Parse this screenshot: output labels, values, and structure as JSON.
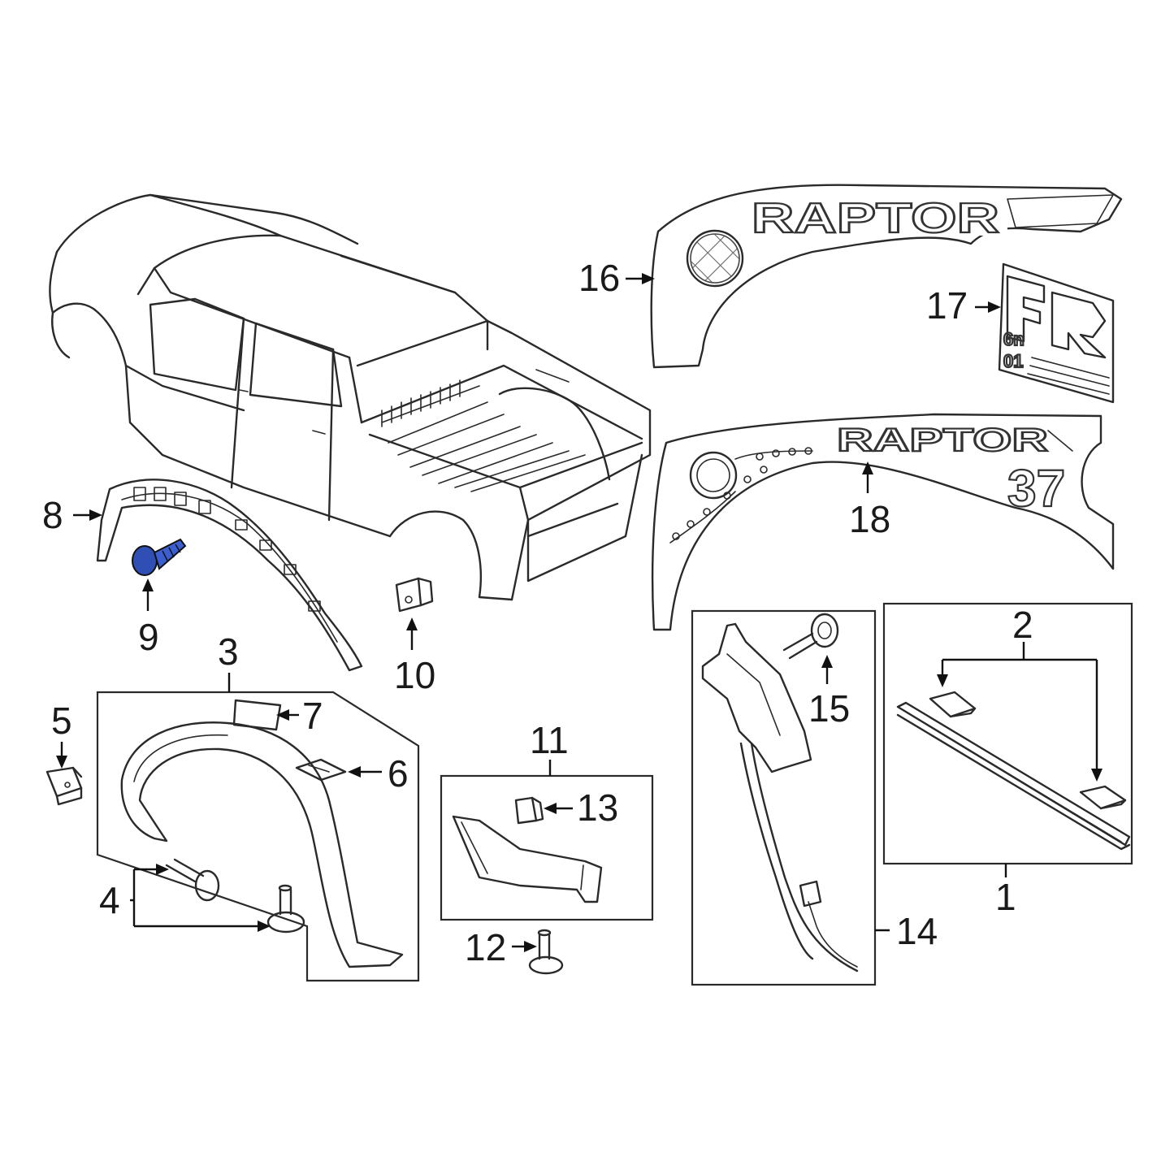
{
  "diagram": {
    "callouts": [
      {
        "id": "c1",
        "label": "1"
      },
      {
        "id": "c2",
        "label": "2"
      },
      {
        "id": "c3",
        "label": "3"
      },
      {
        "id": "c4",
        "label": "4"
      },
      {
        "id": "c5",
        "label": "5"
      },
      {
        "id": "c6",
        "label": "6"
      },
      {
        "id": "c7",
        "label": "7"
      },
      {
        "id": "c8",
        "label": "8"
      },
      {
        "id": "c9",
        "label": "9"
      },
      {
        "id": "c10",
        "label": "10"
      },
      {
        "id": "c11",
        "label": "11"
      },
      {
        "id": "c12",
        "label": "12"
      },
      {
        "id": "c13",
        "label": "13"
      },
      {
        "id": "c14",
        "label": "14"
      },
      {
        "id": "c15",
        "label": "15"
      },
      {
        "id": "c16",
        "label": "16"
      },
      {
        "id": "c17",
        "label": "17"
      },
      {
        "id": "c18",
        "label": "18"
      }
    ],
    "highlight_color": "#2f4fb5",
    "decal_text": {
      "raptor_top": "RAPTOR",
      "raptor_fender": "RAPTOR",
      "fender_number": "37"
    }
  }
}
